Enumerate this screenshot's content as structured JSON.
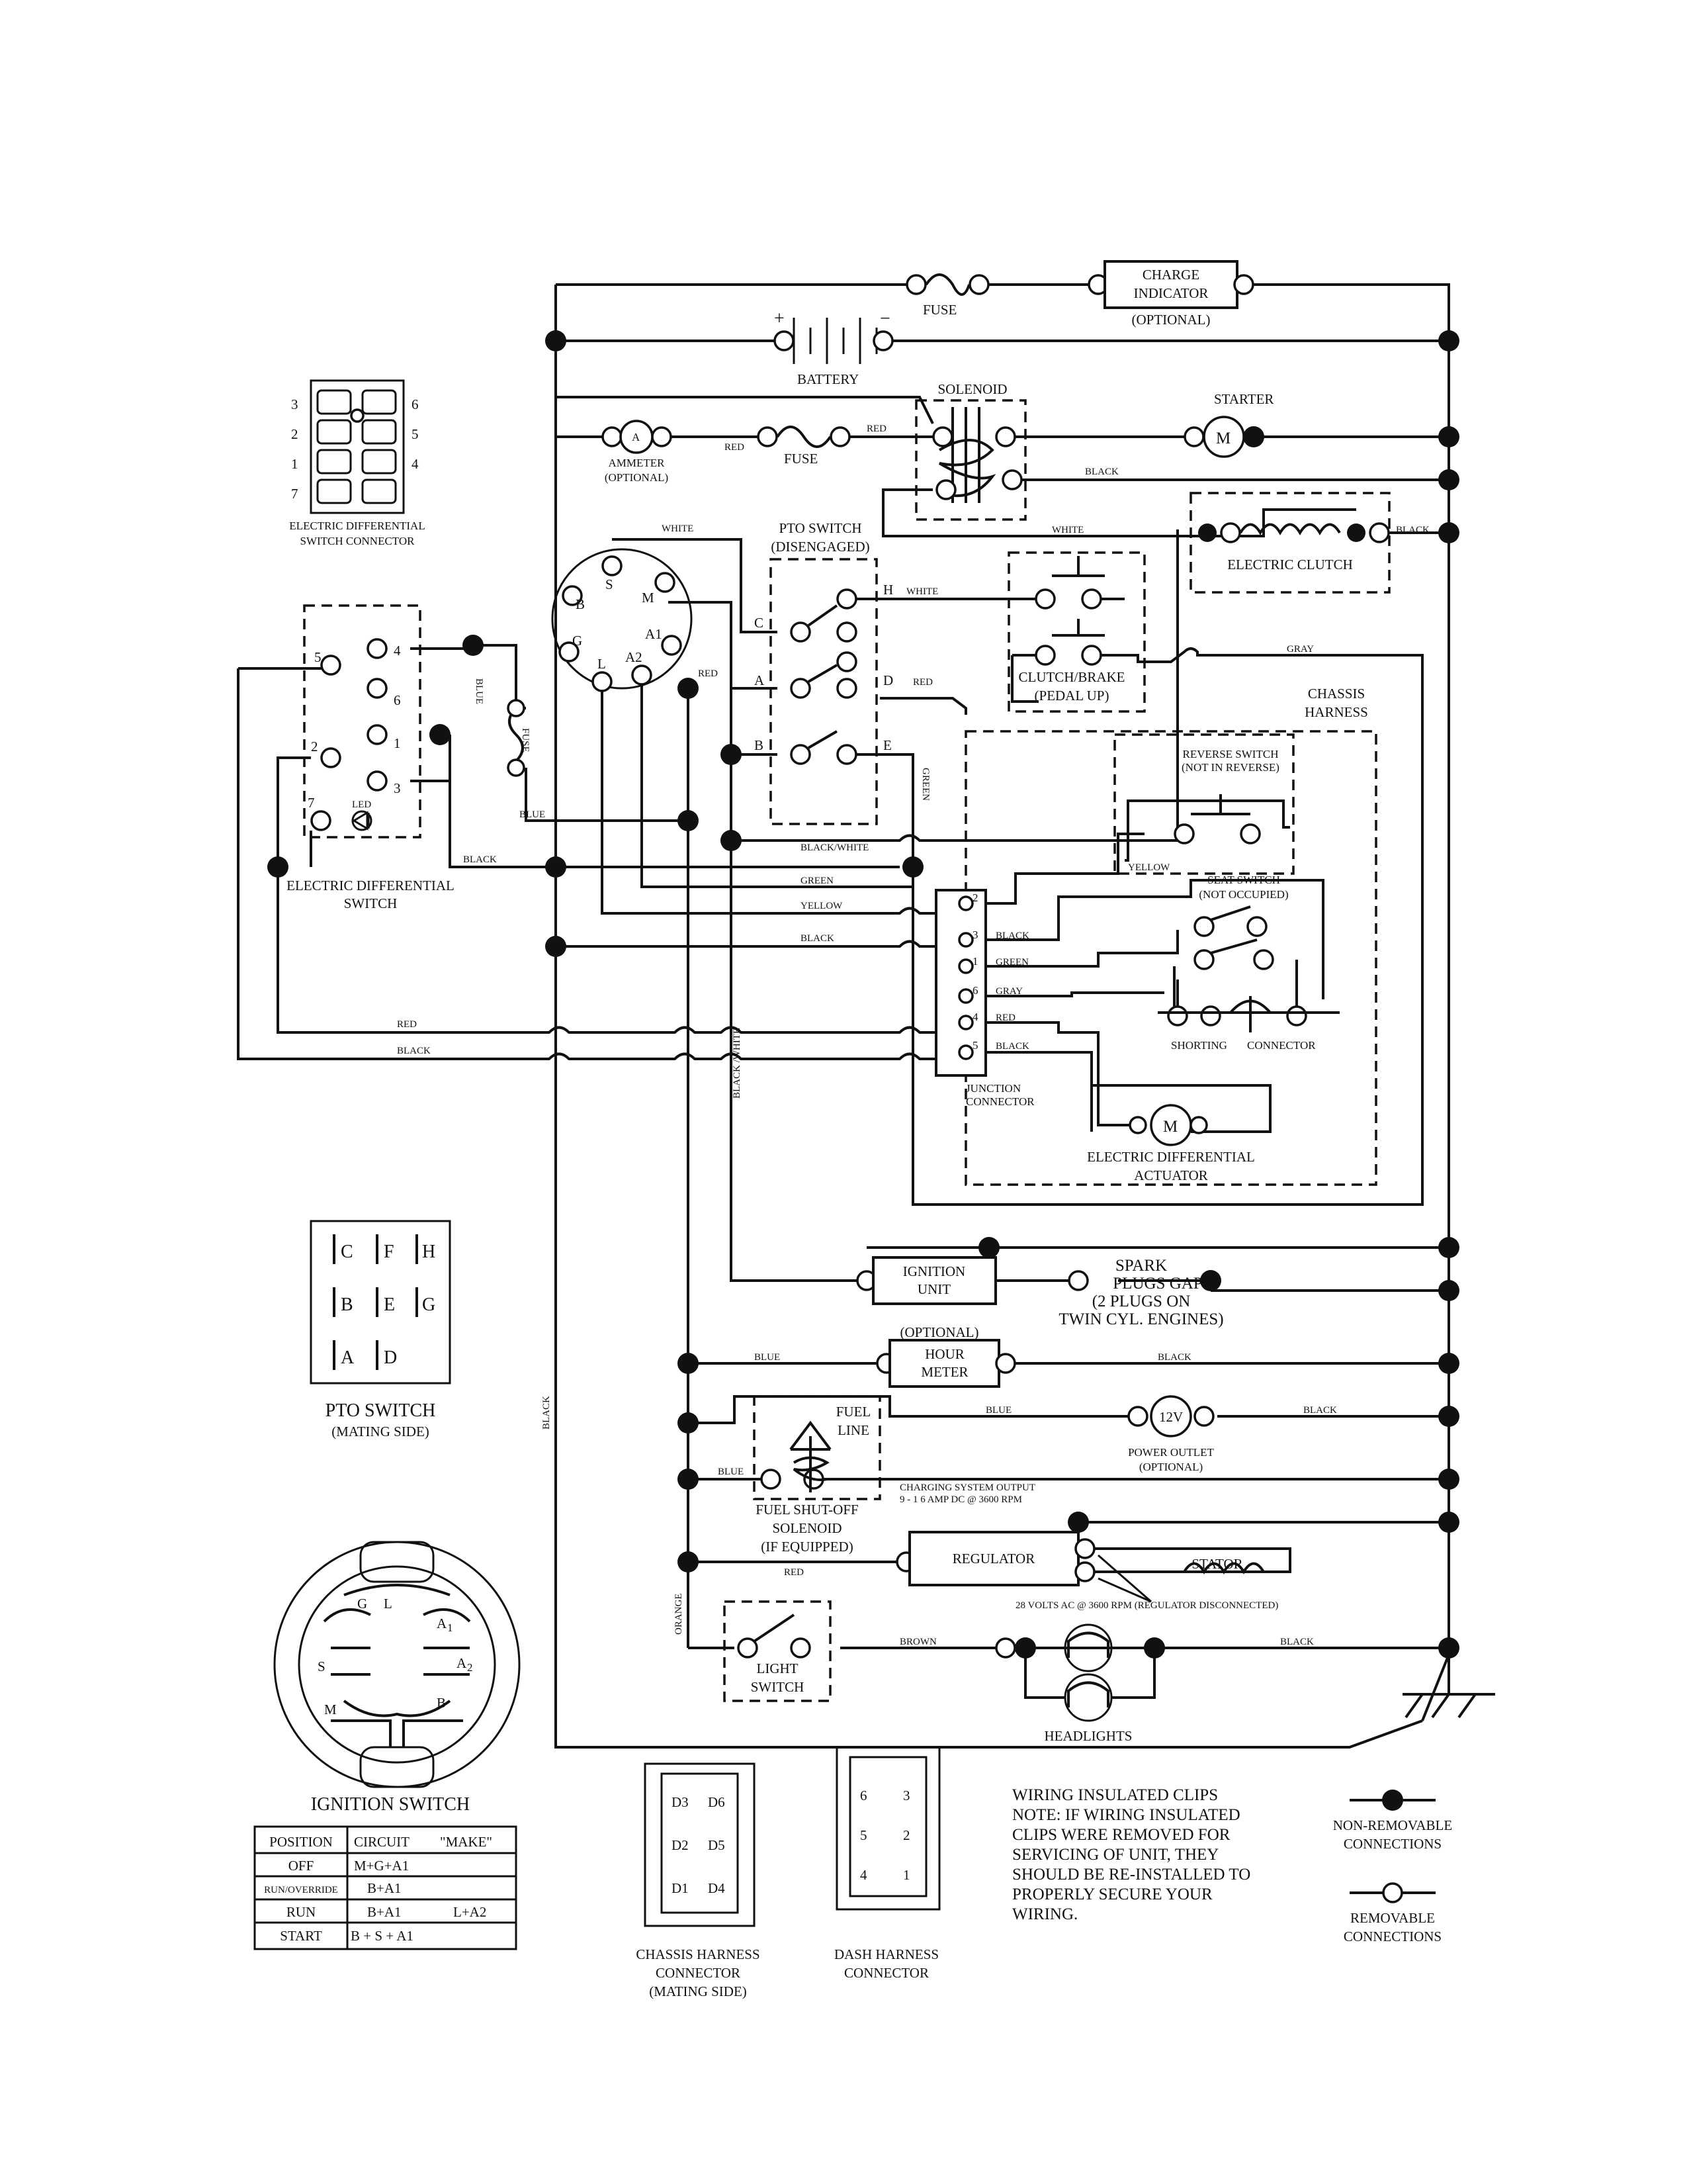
{
  "labels": {
    "charge_indicator": [
      "CHARGE",
      "INDICATOR"
    ],
    "optional": "(OPTIONAL)",
    "fuse": "FUSE",
    "battery": "BATTERY",
    "solenoid": "SOLENOID",
    "starter": "STARTER",
    "ammeter": [
      "AMMETER",
      "(OPTIONAL)"
    ],
    "pto_switch": [
      "PTO SWITCH",
      "(DISENGAGED)"
    ],
    "electric_clutch": "ELECTRIC CLUTCH",
    "clutch_brake": [
      "CLUTCH/BRAKE",
      "(PEDAL UP)"
    ],
    "chassis_harness": [
      "CHASSIS",
      "HARNESS"
    ],
    "reverse_switch": [
      "REVERSE SWITCH",
      "(NOT IN REVERSE)"
    ],
    "seat_switch": [
      "SEAT SWITCH",
      "(NOT OCCUPIED)"
    ],
    "shorting_connector": [
      "SHORTING",
      "CONNECTOR"
    ],
    "junction_connector": [
      "JUNCTION",
      "CONNECTOR"
    ],
    "ed_actuator": [
      "ELECTRIC DIFFERENTIAL",
      "ACTUATOR"
    ],
    "ed_switch_connector": [
      "ELECTRIC DIFFERENTIAL",
      "SWITCH CONNECTOR"
    ],
    "ed_switch": [
      "ELECTRIC DIFFERENTIAL",
      "SWITCH"
    ],
    "led": "LED",
    "ignition_unit": [
      "IGNITION",
      "UNIT"
    ],
    "spark_plugs": [
      "SPARK",
      "PLUGS GAP",
      "(2 PLUGS ON",
      "TWIN CYL. ENGINES)"
    ],
    "hour_meter": [
      "(OPTIONAL)",
      "HOUR",
      "METER"
    ],
    "fuel_line": [
      "FUEL",
      "LINE"
    ],
    "power_outlet": [
      "12V",
      "POWER OUTLET",
      "(OPTIONAL)"
    ],
    "fuel_solenoid": [
      "FUEL SHUT-OFF",
      "SOLENOID",
      "(IF EQUIPPED)"
    ],
    "charging_output": [
      "CHARGING SYSTEM OUTPUT",
      "9 - 1 6 AMP DC @ 3600 RPM"
    ],
    "regulator": "REGULATOR",
    "stator": "STATOR",
    "stator_note": "28 VOLTS AC @ 3600 RPM (REGULATOR DISCONNECTED)",
    "light_switch": [
      "LIGHT",
      "SWITCH"
    ],
    "headlights": "HEADLIGHTS",
    "pto_mating": [
      "PTO SWITCH",
      "(MATING SIDE)"
    ],
    "ignition_switch": "IGNITION SWITCH",
    "chassis_harness_connector": [
      "CHASSIS HARNESS",
      "CONNECTOR",
      "(MATING SIDE)"
    ],
    "dash_harness_connector": [
      "DASH HARNESS",
      "CONNECTOR"
    ],
    "clips_note": [
      "WIRING INSULATED CLIPS",
      "NOTE:  IF WIRING INSULATED",
      "CLIPS WERE REMOVED FOR",
      "SERVICING OF UNIT, THEY",
      "SHOULD BE RE-INSTALLED TO",
      "PROPERLY SECURE YOUR",
      "WIRING."
    ],
    "non_removable": [
      "NON-REMOVABLE",
      "CONNECTIONS"
    ],
    "removable": [
      "REMOVABLE",
      "CONNECTIONS"
    ]
  },
  "wires": {
    "white": "WHITE",
    "red": "RED",
    "black": "BLACK",
    "blue": "BLUE",
    "gray": "GRAY",
    "green": "GREEN",
    "yellow": "YELLOW",
    "black_white": "BLACK/WHITE",
    "black_white_v": "BLACK /WHITE",
    "orange": "ORANGE",
    "brown": "BROWN"
  },
  "terminals": {
    "ignition": [
      "S",
      "M",
      "B",
      "A1",
      "G",
      "L",
      "A2"
    ],
    "pto": [
      "C",
      "H",
      "A",
      "D",
      "B",
      "E"
    ],
    "ed_connector": [
      "3",
      "2",
      "1",
      "7",
      "6",
      "5",
      "4"
    ],
    "ed_switch": [
      "5",
      "4",
      "6",
      "1",
      "2",
      "3",
      "7"
    ],
    "junction": [
      "2",
      "3",
      "1",
      "6",
      "4",
      "5"
    ],
    "ignition_face": [
      "G",
      "L",
      "A",
      "1",
      "S",
      "A",
      "2",
      "M",
      "B"
    ],
    "pto_face": [
      "C",
      "F",
      "H",
      "B",
      "E",
      "G",
      "A",
      "D"
    ],
    "chassis_conn": [
      "D3",
      "D6",
      "D2",
      "D5",
      "D1",
      "D4"
    ],
    "dash_conn": [
      "6",
      "3",
      "5",
      "2",
      "4",
      "1"
    ],
    "motor": "M",
    "ammeter": "A"
  },
  "ignition_table": {
    "headers": [
      "POSITION",
      "CIRCUIT",
      "\"MAKE\""
    ],
    "rows": [
      [
        "OFF",
        "M+G+A1",
        ""
      ],
      [
        "RUN/OVERRIDE",
        "B+A1",
        ""
      ],
      [
        "RUN",
        "B+A1",
        "L+A2"
      ],
      [
        "START",
        "B + S + A1",
        ""
      ]
    ]
  }
}
